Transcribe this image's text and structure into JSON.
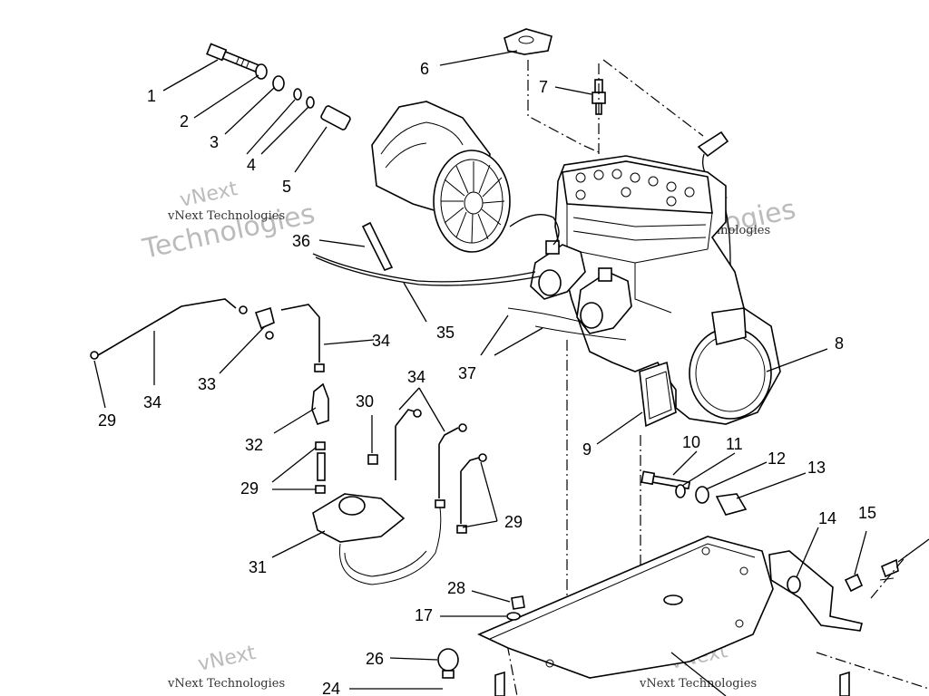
{
  "labels": {
    "l1": "1",
    "l2": "2",
    "l3": "3",
    "l4": "4",
    "l5": "5",
    "l6": "6",
    "l7": "7",
    "l8": "8",
    "l9": "9",
    "l10": "10",
    "l11": "11",
    "l12": "12",
    "l13": "13",
    "l14": "14",
    "l15": "15",
    "l17": "17",
    "l24": "24",
    "l26": "26",
    "l28": "28",
    "l29a": "29",
    "l29b": "29",
    "l29c": "29",
    "l30": "30",
    "l31": "31",
    "l32": "32",
    "l33": "33",
    "l34a": "34",
    "l34b": "34",
    "l34c": "34",
    "l35": "35",
    "l36": "36",
    "l37": "37"
  },
  "watermark": {
    "line1": "vNext",
    "line2": "Technologies",
    "small": "vNext Technologies"
  },
  "colors": {
    "ink": "#000000",
    "watermark": "#bbbbbb"
  }
}
